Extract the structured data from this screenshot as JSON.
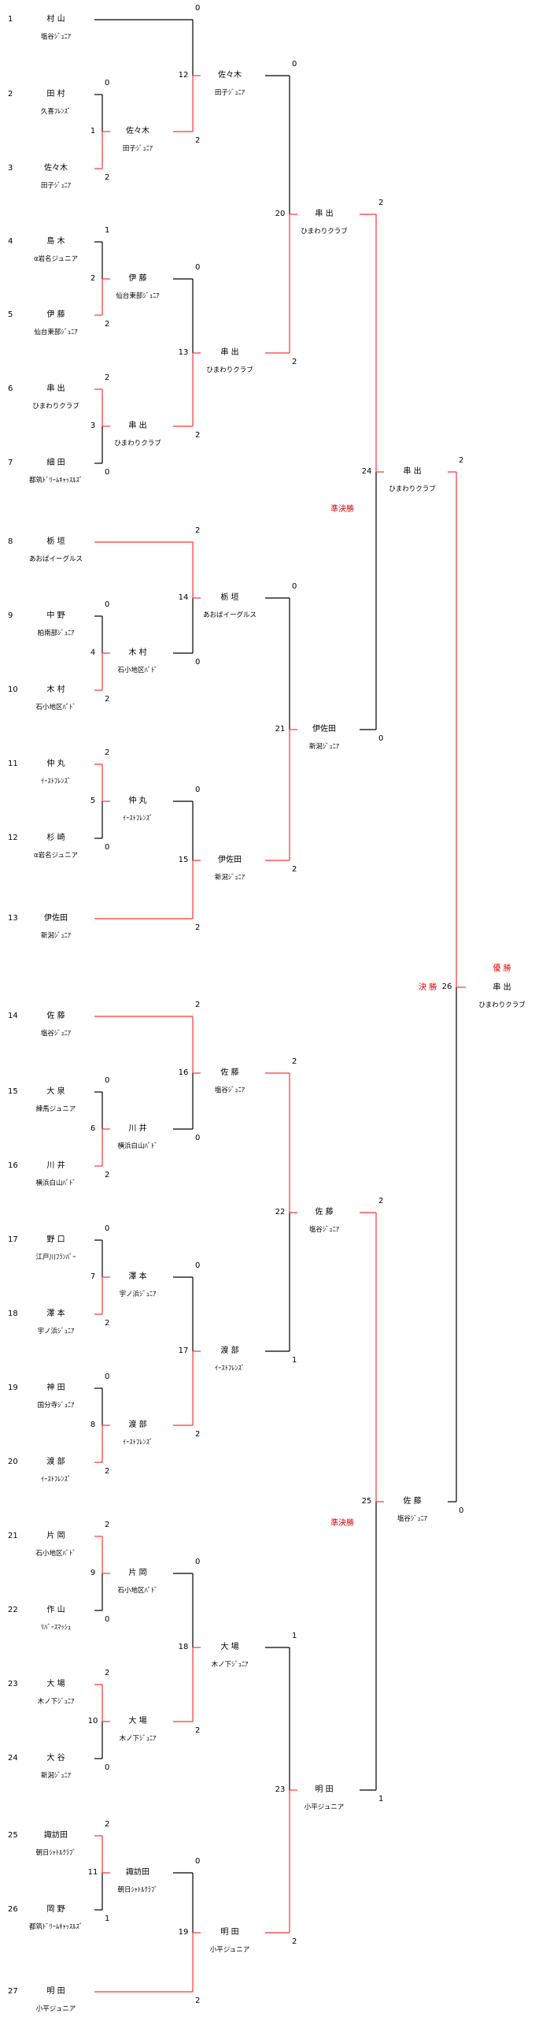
{
  "title": "",
  "round_labels": {
    "semifinal": "準決勝",
    "final": "決 勝",
    "champion": "優 勝"
  },
  "players": [
    {
      "seed": "1",
      "name": "村 山",
      "club": "塩谷ｼﾞｭﾆｱ"
    },
    {
      "seed": "2",
      "name": "田 村",
      "club": "久喜ﾌﾚﾝｽﾞ"
    },
    {
      "seed": "3",
      "name": "佐々木",
      "club": "田子ｼﾞｭﾆｱ"
    },
    {
      "seed": "4",
      "name": "島 木",
      "club": "α岩名ジュニア"
    },
    {
      "seed": "5",
      "name": "伊 藤",
      "club": "仙台東部ｼﾞｭﾆｱ"
    },
    {
      "seed": "6",
      "name": "串 出",
      "club": "ひまわりクラブ"
    },
    {
      "seed": "7",
      "name": "細 田",
      "club": "都筑ﾄﾞﾘｰﾑｷｬｯｽﾙｽﾞ"
    },
    {
      "seed": "8",
      "name": "栃 垣",
      "club": "あおばイーグルス"
    },
    {
      "seed": "9",
      "name": "中 野",
      "club": "柏南部ｼﾞｭﾆｱ"
    },
    {
      "seed": "10",
      "name": "木 村",
      "club": "石小地区ﾊﾞﾄﾞ"
    },
    {
      "seed": "11",
      "name": "仲 丸",
      "club": "ｲｰｽﾄﾌﾚﾝｽﾞ"
    },
    {
      "seed": "12",
      "name": "杉 崎",
      "club": "α岩名ジュニア"
    },
    {
      "seed": "13",
      "name": "伊佐田",
      "club": "新潟ｼﾞｭﾆｱ"
    },
    {
      "seed": "14",
      "name": "佐 藤",
      "club": "塩谷ｼﾞｭﾆｱ"
    },
    {
      "seed": "15",
      "name": "大 泉",
      "club": "練馬ジュニア"
    },
    {
      "seed": "16",
      "name": "川 井",
      "club": "横浜白山ﾊﾞﾄﾞ"
    },
    {
      "seed": "17",
      "name": "野 口",
      "club": "江戸川ﾌﾗﾝﾊﾞｰ"
    },
    {
      "seed": "18",
      "name": "澤 本",
      "club": "宇ノ浜ｼﾞｭﾆｱ"
    },
    {
      "seed": "19",
      "name": "神 田",
      "club": "国分寺ｼﾞｭﾆｱ"
    },
    {
      "seed": "20",
      "name": "渡 部",
      "club": "ｲｰｽﾄﾌﾚﾝｽﾞ"
    },
    {
      "seed": "21",
      "name": "片 岡",
      "club": "石小地区ﾊﾞﾄﾞ"
    },
    {
      "seed": "22",
      "name": "作 山",
      "club": "ﾘﾊﾞｰｽﾏｯｼｭ"
    },
    {
      "seed": "23",
      "name": "大 場",
      "club": "木ノ下ｼﾞｭﾆｱ"
    },
    {
      "seed": "24",
      "name": "大 谷",
      "club": "新潟ｼﾞｭﾆｱ"
    },
    {
      "seed": "25",
      "name": "諏訪田",
      "club": "朝日ｼｬﾄﾙｸﾗﾌﾞ"
    },
    {
      "seed": "26",
      "name": "岡 野",
      "club": "都筑ﾄﾞﾘｰﾑｷｬｯｽﾙｽﾞ"
    },
    {
      "seed": "27",
      "name": "明 田",
      "club": "小平ジュニア"
    }
  ],
  "matches": [
    {
      "no": "1",
      "winner": {
        "name": "佐々木",
        "club": "田子ｼﾞｭﾆｱ"
      },
      "score_top": "0",
      "score_bottom": "2"
    },
    {
      "no": "2",
      "winner": {
        "name": "伊 藤",
        "club": "仙台東部ｼﾞｭﾆｱ"
      },
      "score_top": "1",
      "score_bottom": "2"
    },
    {
      "no": "3",
      "winner": {
        "name": "串 出",
        "club": "ひまわりクラブ"
      },
      "score_top": "2",
      "score_bottom": "0"
    },
    {
      "no": "4",
      "winner": {
        "name": "木 村",
        "club": "石小地区ﾊﾞﾄﾞ"
      },
      "score_top": "0",
      "score_bottom": "2"
    },
    {
      "no": "5",
      "winner": {
        "name": "仲 丸",
        "club": "ｲｰｽﾄﾌﾚﾝｽﾞ"
      },
      "score_top": "2",
      "score_bottom": "0"
    },
    {
      "no": "6",
      "winner": {
        "name": "川 井",
        "club": "横浜白山ﾊﾞﾄﾞ"
      },
      "score_top": "0",
      "score_bottom": "2"
    },
    {
      "no": "7",
      "winner": {
        "name": "澤 本",
        "club": "宇ノ浜ｼﾞｭﾆｱ"
      },
      "score_top": "0",
      "score_bottom": "2"
    },
    {
      "no": "8",
      "winner": {
        "name": "渡 部",
        "club": "ｲｰｽﾄﾌﾚﾝｽﾞ"
      },
      "score_top": "0",
      "score_bottom": "2"
    },
    {
      "no": "9",
      "winner": {
        "name": "片 岡",
        "club": "石小地区ﾊﾞﾄﾞ"
      },
      "score_top": "2",
      "score_bottom": "0"
    },
    {
      "no": "10",
      "winner": {
        "name": "大 場",
        "club": "木ノ下ｼﾞｭﾆｱ"
      },
      "score_top": "2",
      "score_bottom": "0"
    },
    {
      "no": "11",
      "winner": {
        "name": "諏訪田",
        "club": "朝日ｼｬﾄﾙｸﾗﾌﾞ"
      },
      "score_top": "2",
      "score_bottom": "1"
    },
    {
      "no": "12",
      "winner": {
        "name": "佐々木",
        "club": "田子ｼﾞｭﾆｱ"
      },
      "score_top": "0",
      "score_bottom": "2"
    },
    {
      "no": "13",
      "winner": {
        "name": "串 出",
        "club": "ひまわりクラブ"
      },
      "score_top": "0",
      "score_bottom": "2"
    },
    {
      "no": "14",
      "winner": {
        "name": "栃 垣",
        "club": "あおばイーグルス"
      },
      "score_top": "2",
      "score_bottom": "0"
    },
    {
      "no": "15",
      "winner": {
        "name": "伊佐田",
        "club": "新潟ｼﾞｭﾆｱ"
      },
      "score_top": "0",
      "score_bottom": "2"
    },
    {
      "no": "16",
      "winner": {
        "name": "佐 藤",
        "club": "塩谷ｼﾞｭﾆｱ"
      },
      "score_top": "2",
      "score_bottom": "0"
    },
    {
      "no": "17",
      "winner": {
        "name": "渡 部",
        "club": "ｲｰｽﾄﾌﾚﾝｽﾞ"
      },
      "score_top": "0",
      "score_bottom": "2"
    },
    {
      "no": "18",
      "winner": {
        "name": "大 場",
        "club": "木ノ下ｼﾞｭﾆｱ"
      },
      "score_top": "0",
      "score_bottom": "2"
    },
    {
      "no": "19",
      "winner": {
        "name": "明 田",
        "club": "小平ジュニア"
      },
      "score_top": "0",
      "score_bottom": "2"
    },
    {
      "no": "20",
      "winner": {
        "name": "串 出",
        "club": "ひまわりクラブ"
      },
      "score_top": "0",
      "score_bottom": "2"
    },
    {
      "no": "21",
      "winner": {
        "name": "伊佐田",
        "club": "新潟ｼﾞｭﾆｱ"
      },
      "score_top": "0",
      "score_bottom": "2"
    },
    {
      "no": "22",
      "winner": {
        "name": "佐 藤",
        "club": "塩谷ｼﾞｭﾆｱ"
      },
      "score_top": "2",
      "score_bottom": "1"
    },
    {
      "no": "23",
      "winner": {
        "name": "明 田",
        "club": "小平ジュニア"
      },
      "score_top": "1",
      "score_bottom": "2"
    },
    {
      "no": "24",
      "winner": {
        "name": "串 出",
        "club": "ひまわりクラブ"
      },
      "score_top": "2",
      "score_bottom": "0"
    },
    {
      "no": "25",
      "winner": {
        "name": "佐 藤",
        "club": "塩谷ｼﾞｭﾆｱ"
      },
      "score_top": "2",
      "score_bottom": "1"
    },
    {
      "no": "26",
      "winner": {
        "name": "串 出",
        "club": "ひまわりクラブ"
      },
      "score_top": "2",
      "score_bottom": "0"
    }
  ],
  "colors": {
    "win_line": "#ff3333",
    "line": "#000000",
    "label": "#e00000"
  }
}
